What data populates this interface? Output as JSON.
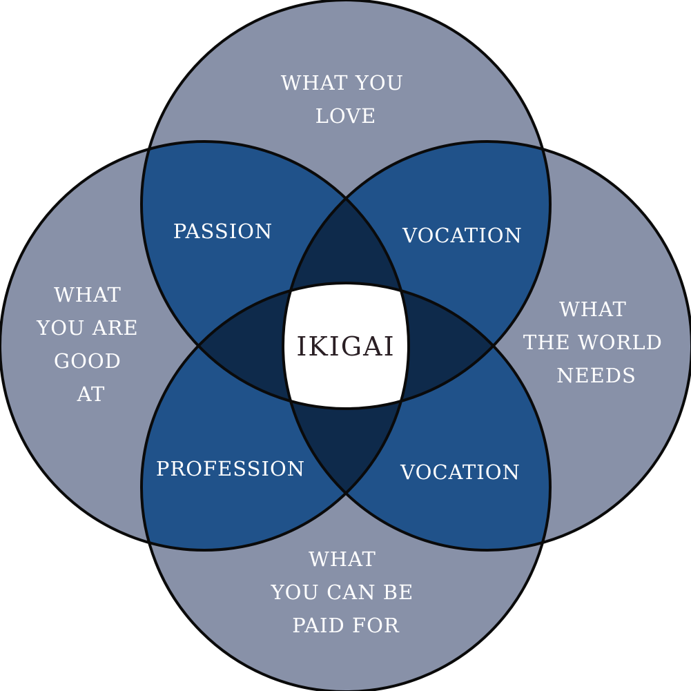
{
  "colors": {
    "outer_fill": "#8891a8",
    "pair_overlap_fill": "#20528a",
    "triple_overlap_fill": "#0e2a4b",
    "center_fill": "#ffffff",
    "outline": "#0a0a0a",
    "label_text": "#ffffff",
    "center_text": "#2a1f24"
  },
  "circles": {
    "top": {
      "lines": [
        "WHAT YOU",
        "LOVE"
      ]
    },
    "left": {
      "lines": [
        "WHAT",
        "YOU ARE",
        "GOOD",
        "AT"
      ]
    },
    "right": {
      "lines": [
        "WHAT",
        "THE WORLD",
        "NEEDS"
      ]
    },
    "bottom": {
      "lines": [
        "WHAT",
        "YOU CAN BE",
        "PAID FOR"
      ]
    }
  },
  "overlaps": {
    "top_left": "PASSION",
    "top_right": "VOCATION",
    "bottom_left": "PROFESSION",
    "bottom_right": "VOCATION"
  },
  "center": "IKIGAI"
}
